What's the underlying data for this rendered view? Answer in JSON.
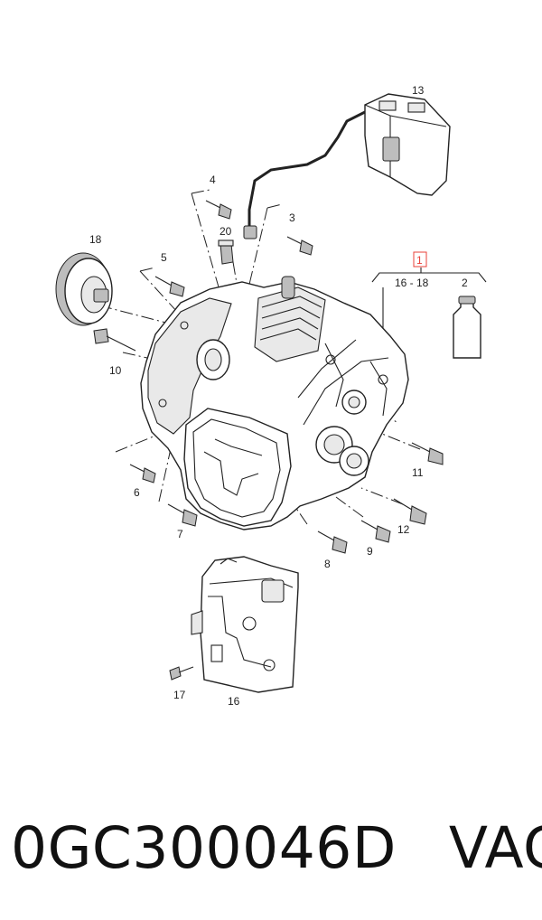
{
  "callouts": [
    {
      "id": "c1",
      "text": "1",
      "highlight": true
    },
    {
      "id": "c2",
      "text": "2"
    },
    {
      "id": "c3",
      "text": "3"
    },
    {
      "id": "c4",
      "text": "4"
    },
    {
      "id": "c5",
      "text": "5"
    },
    {
      "id": "c6",
      "text": "6"
    },
    {
      "id": "c7",
      "text": "7"
    },
    {
      "id": "c8",
      "text": "8"
    },
    {
      "id": "c9",
      "text": "9"
    },
    {
      "id": "c10",
      "text": "10"
    },
    {
      "id": "c11",
      "text": "11"
    },
    {
      "id": "c12",
      "text": "12"
    },
    {
      "id": "c13",
      "text": "13"
    },
    {
      "id": "c16",
      "text": "16"
    },
    {
      "id": "c17",
      "text": "17"
    },
    {
      "id": "c18",
      "text": "18"
    },
    {
      "id": "c20",
      "text": "20"
    },
    {
      "id": "crange",
      "text": "16 - 18"
    }
  ],
  "highlight_color": "#e8403a",
  "footer": {
    "part_number": "0GC300046D",
    "brand": "VAG"
  }
}
